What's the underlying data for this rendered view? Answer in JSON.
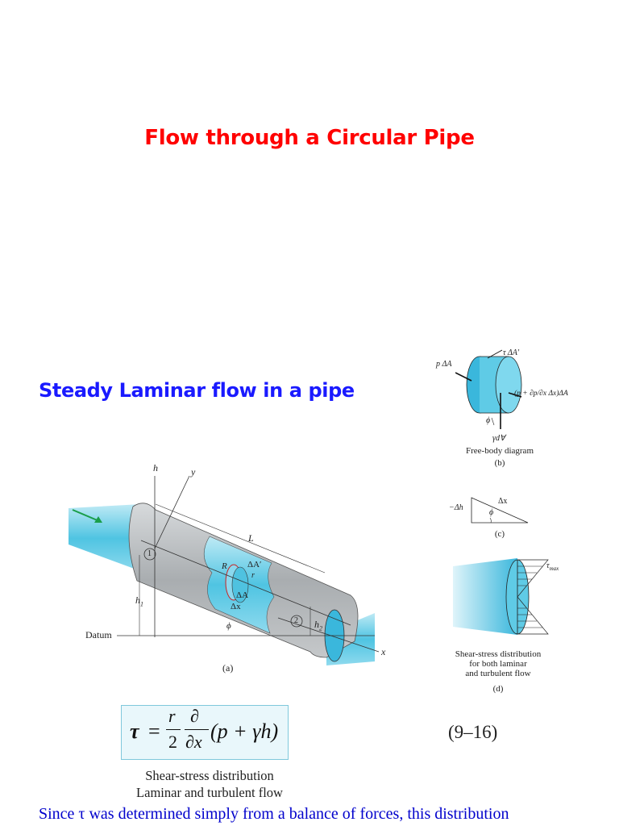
{
  "slide": {
    "title": "Flow through a Circular Pipe",
    "subtitle": "Steady Laminar flow in a pipe"
  },
  "figure_a": {
    "label_h": "h",
    "label_y": "y",
    "label_L": "L",
    "label_R": "R",
    "label_r": "r",
    "label_dAprime": "ΔA′",
    "label_dA": "ΔA",
    "label_dx": "Δx",
    "label_phi": "ϕ",
    "label_h1": "h",
    "label_h1_sub": "1",
    "label_h2": "h",
    "label_h2_sub": "2",
    "label_datum": "Datum",
    "label_x": "x",
    "section_1": "1",
    "section_2": "2",
    "caption": "(a)"
  },
  "figure_b": {
    "label_pdA": "p ΔA",
    "label_tau": "τ ΔA′",
    "label_force": "(p + ∂p/∂x Δx)ΔA",
    "label_gamma": "γd∀",
    "label_phi": "ϕ",
    "caption_title": "Free-body diagram",
    "caption": "(b)"
  },
  "figure_c": {
    "label_dh": "−Δh",
    "label_dx": "Δx",
    "label_phi": "ϕ",
    "caption": "(c)"
  },
  "figure_d": {
    "label_tmax": "τ",
    "label_tmax_sub": "max",
    "caption_line1": "Shear-stress distribution",
    "caption_line2": "for both laminar",
    "caption_line3": "and turbulent flow",
    "caption": "(d)"
  },
  "equation": {
    "lhs": "τ",
    "num": "r",
    "den": "2",
    "dnum": "∂",
    "dden": "∂x",
    "rhs": "(p + γh)",
    "number": "(9–16)",
    "caption_line1": "Shear-stress distribution",
    "caption_line2": "Laminar and turbulent flow"
  },
  "bottom_text": "Since τ was determined simply from a balance of forces, this distribution",
  "colors": {
    "title": "#ff0000",
    "subtitle": "#1a1aff",
    "water": "#5fcbe6",
    "pipe": "#b8bcbf",
    "body_text": "#0000cc"
  }
}
